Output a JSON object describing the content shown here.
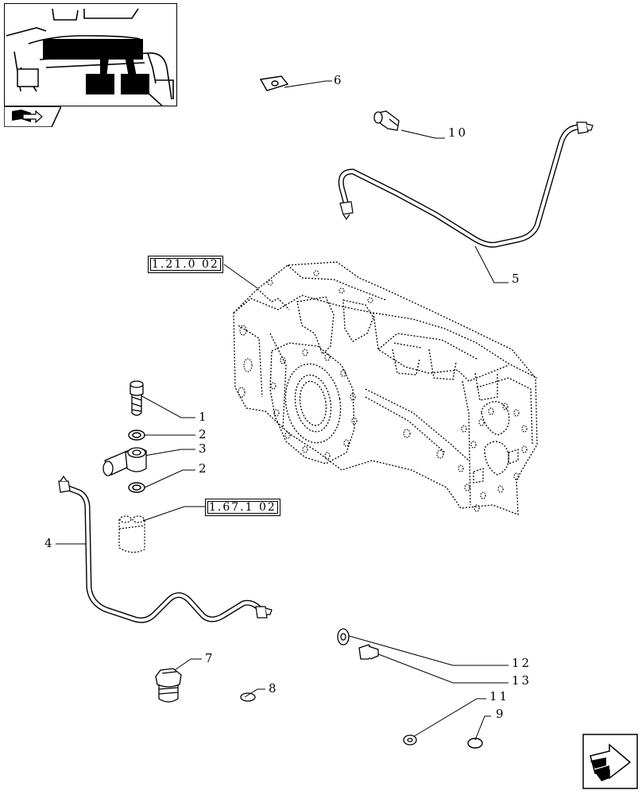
{
  "callouts": [
    {
      "num": "1",
      "text": "1"
    },
    {
      "num": "2a",
      "text": "2"
    },
    {
      "num": "3",
      "text": "3"
    },
    {
      "num": "2b",
      "text": "2"
    },
    {
      "num": "4",
      "text": "4"
    },
    {
      "num": "5",
      "text": "5"
    },
    {
      "num": "6",
      "text": "6"
    },
    {
      "num": "7",
      "text": "7"
    },
    {
      "num": "8",
      "text": "8"
    },
    {
      "num": "9",
      "text": "9"
    },
    {
      "num": "10",
      "text": "10"
    },
    {
      "num": "11",
      "text": "11"
    },
    {
      "num": "12",
      "text": "12"
    },
    {
      "num": "13",
      "text": "13"
    }
  ],
  "references": {
    "housing": "1.21.0 02",
    "valve_block": "1.67.1 02"
  },
  "icons": {
    "overview": "tractor-location-thumbnail",
    "section_tab": "book-arrow-icon",
    "navigation": "next-page-arrow-icon"
  }
}
